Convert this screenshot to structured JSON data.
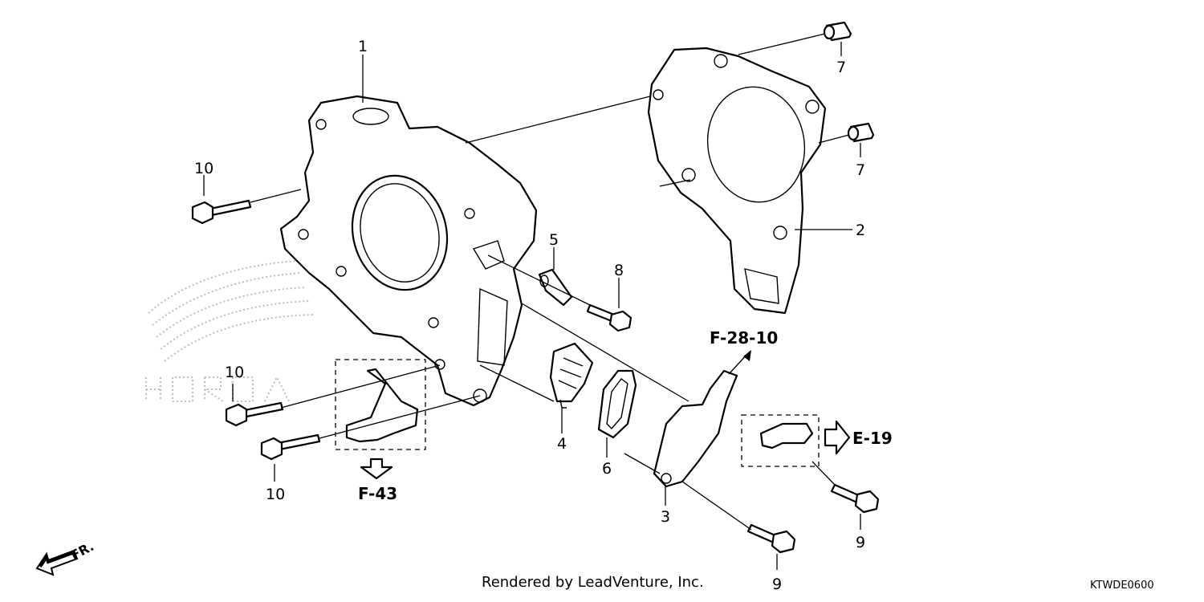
{
  "callouts": {
    "p1": "1",
    "p2": "2",
    "p3": "3",
    "p4": "4",
    "p5": "5",
    "p6": "6",
    "p7a": "7",
    "p7b": "7",
    "p8": "8",
    "p9a": "9",
    "p9b": "9",
    "p10a": "10",
    "p10b": "10",
    "p10c": "10"
  },
  "references": {
    "f28_10": "F-28-10",
    "e19": "E-19",
    "f43": "F-43"
  },
  "direction_label": "FR.",
  "footer_credit": "Rendered by LeadVenture, Inc.",
  "diagram_code": "KTWDE0600"
}
